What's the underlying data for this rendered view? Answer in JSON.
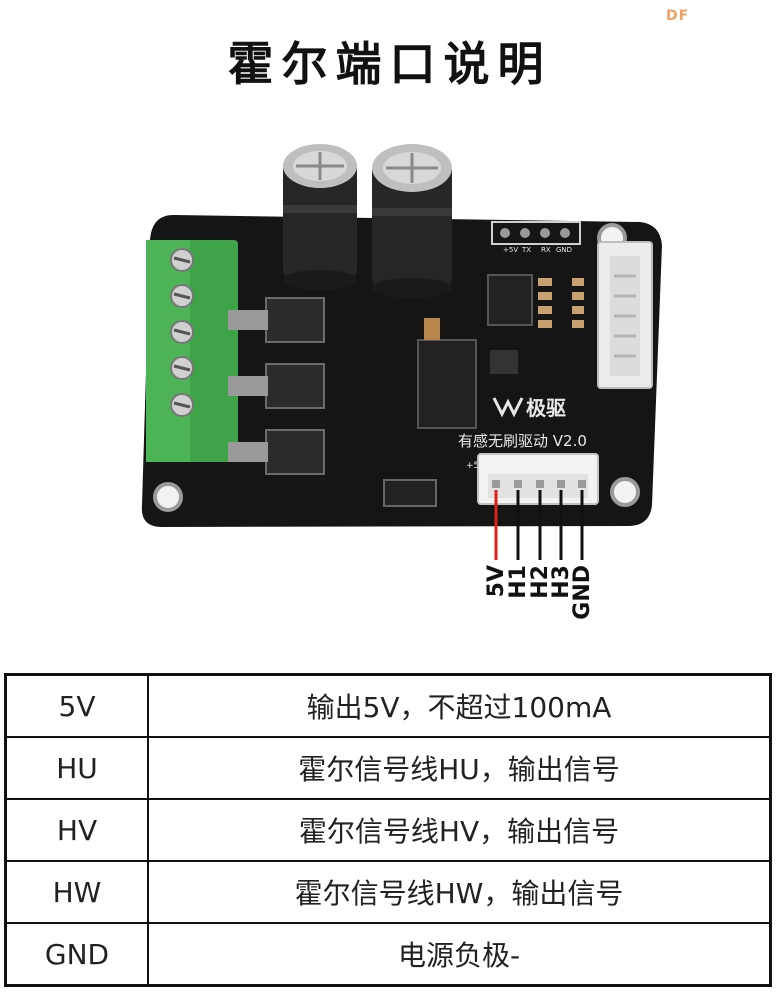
{
  "watermark": "DF",
  "title": "霍尔端口说明",
  "board": {
    "brand": "极驱",
    "subtitle": "有感无刷驱动 V2.0",
    "header_pins": [
      "+5V",
      "TX",
      "RX",
      "GND"
    ],
    "side_label": "+5",
    "hall_pins": [
      "5V",
      "H1",
      "H2",
      "H3",
      "GND"
    ]
  },
  "table": {
    "rows": [
      {
        "pin": "5V",
        "desc": "输出5V，不超过100mA"
      },
      {
        "pin": "HU",
        "desc": "霍尔信号线HU，输出信号"
      },
      {
        "pin": "HV",
        "desc": "霍尔信号线HV，输出信号"
      },
      {
        "pin": "HW",
        "desc": "霍尔信号线HW，输出信号"
      },
      {
        "pin": "GND",
        "desc": "电源负极-"
      }
    ]
  },
  "colors": {
    "board": "#151515",
    "terminal": "#3fa349",
    "wire_5v": "#e01e1e"
  }
}
